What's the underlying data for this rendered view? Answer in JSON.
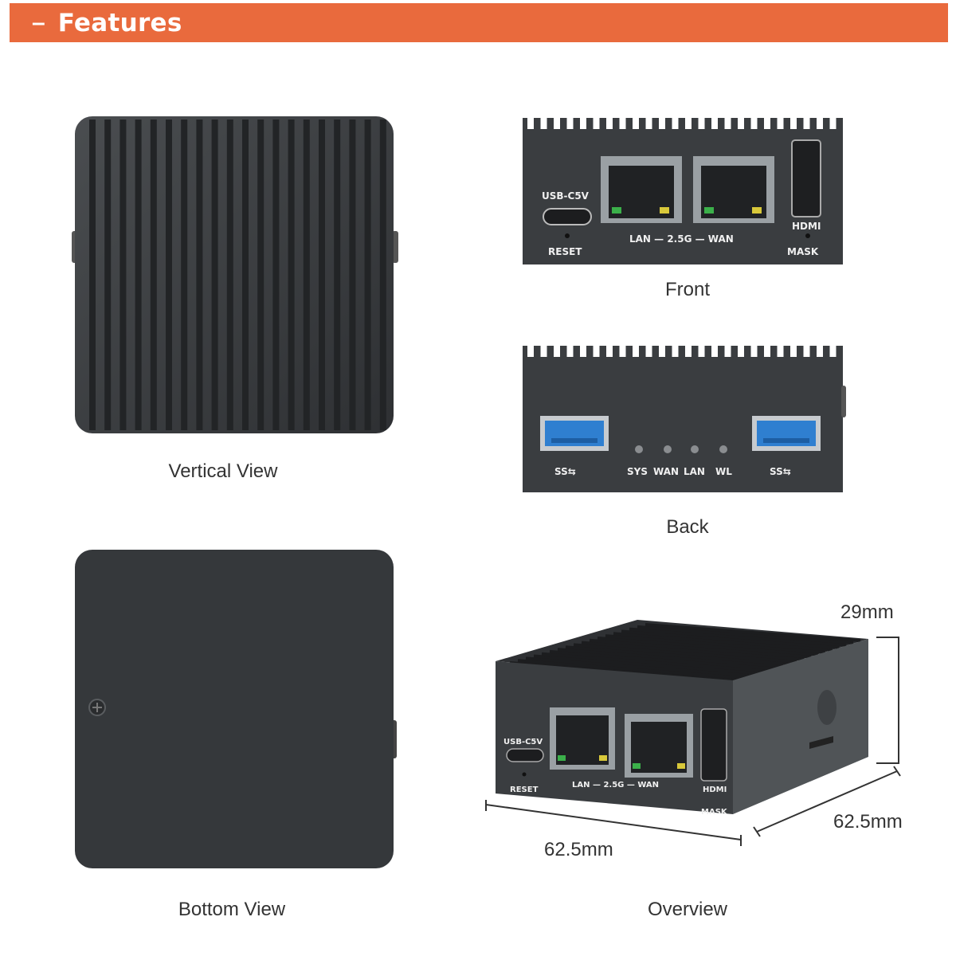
{
  "header": {
    "dash": "–",
    "title": "Features"
  },
  "views": {
    "vertical": "Vertical View",
    "front": "Front",
    "back": "Back",
    "bottom": "Bottom View",
    "overview": "Overview"
  },
  "front_labels": {
    "usb_c": "USB-C5V",
    "reset": "RESET",
    "lan_wan": "LAN — 2.5G — WAN",
    "hdmi": "HDMI",
    "mask": "MASK"
  },
  "back_labels": {
    "usb_logo": "SS⇆",
    "sys": "SYS",
    "wan": "WAN",
    "lan": "LAN",
    "wl": "WL"
  },
  "dimensions": {
    "height": "29mm",
    "width": "62.5mm",
    "depth": "62.5mm"
  },
  "colors": {
    "header": "#e96a3d",
    "device": "#3a3d40",
    "usb_blue": "#2f7fd0"
  }
}
